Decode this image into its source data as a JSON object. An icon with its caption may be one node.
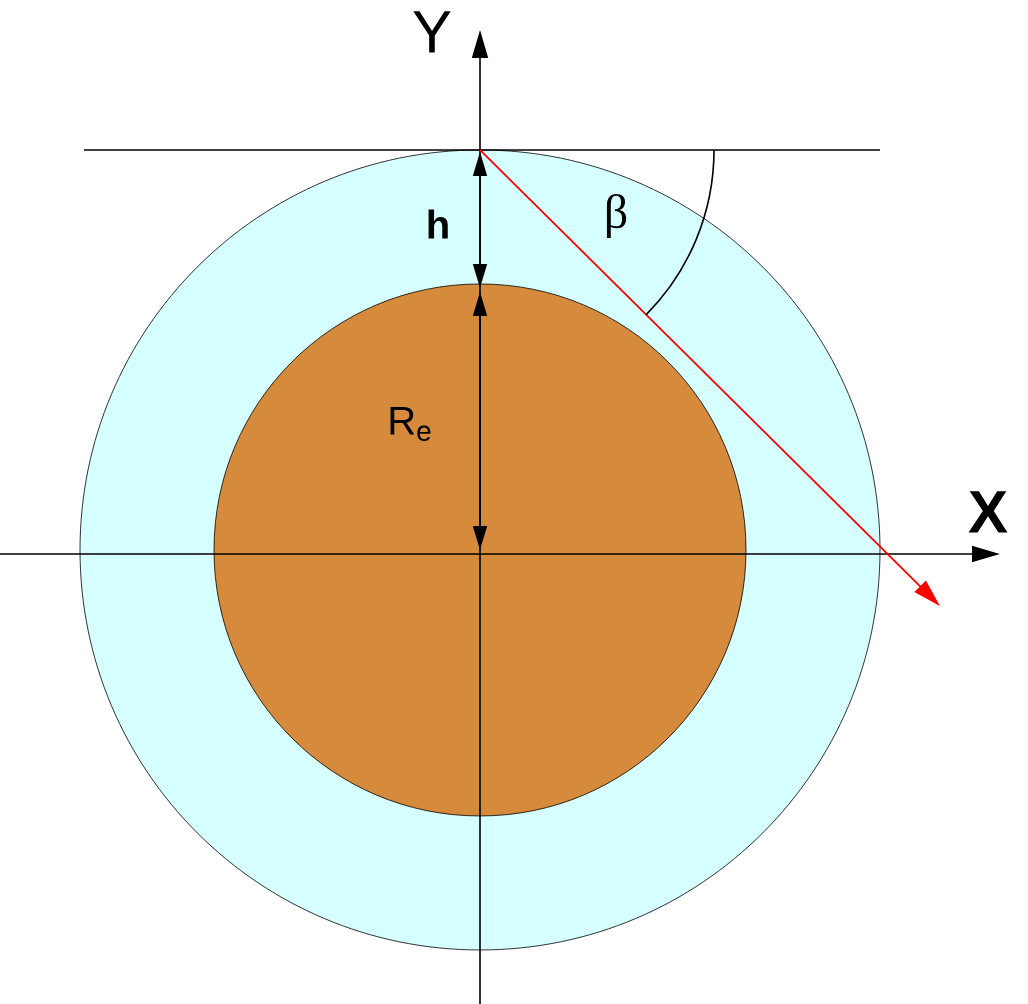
{
  "diagram": {
    "labels": [
      "Y",
      "X",
      "h",
      "R$_{e}$",
      "β"
    ]
  }
}
